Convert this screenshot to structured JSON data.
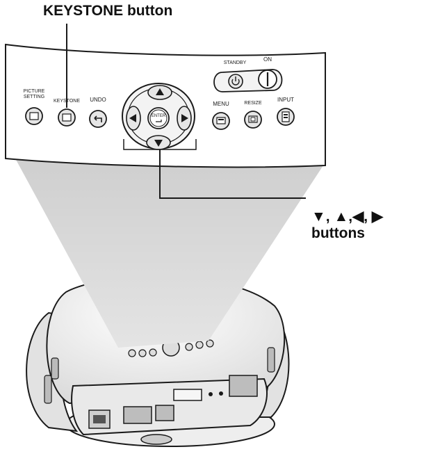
{
  "callouts": {
    "keystone": "KEYSTONE button",
    "arrows_line1": "▼, ▲,◀, ▶",
    "arrows_line2": "buttons"
  },
  "panel": {
    "picture_setting_line1": "PICTURE",
    "picture_setting_line2": "SETTING",
    "keystone": "KEYSTONE",
    "undo": "UNDO",
    "enter": "ENTER",
    "menu": "MENU",
    "resize": "RESIZE",
    "input": "INPUT",
    "standby": "STANDBY",
    "on": "ON"
  },
  "colors": {
    "ink": "#1a1a1a",
    "panel_fill": "#ffffff",
    "beam": "#d6d6d6",
    "button_fill": "#e6e6e6",
    "body_fill": "#f0f0f0"
  },
  "icons": [
    "picture-setting-icon",
    "keystone-icon",
    "undo-icon",
    "enter-icon",
    "menu-icon",
    "resize-icon",
    "input-icon",
    "power-icon",
    "arrow-up-icon",
    "arrow-down-icon",
    "arrow-left-icon",
    "arrow-right-icon"
  ]
}
